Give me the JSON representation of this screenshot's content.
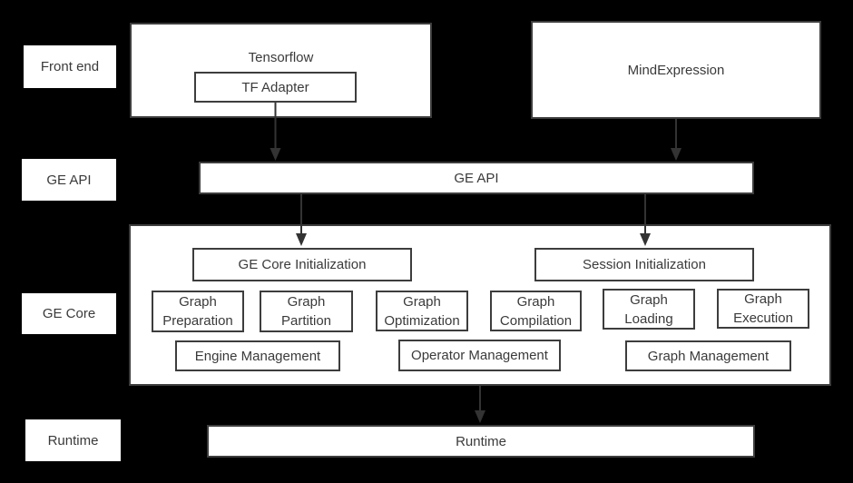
{
  "colors": {
    "background": "#000000",
    "box_fill": "#ffffff",
    "box_border": "#3d3d3d",
    "text": "#3a3a3a",
    "arrow": "#333333"
  },
  "row_labels": {
    "front_end": "Front end",
    "ge_api": "GE API",
    "ge_core": "GE Core",
    "runtime": "Runtime"
  },
  "front_end": {
    "tensorflow": "Tensorflow",
    "tf_adapter": "TF Adapter",
    "mind_expression": "MindExpression"
  },
  "ge_api": {
    "label": "GE API"
  },
  "ge_core": {
    "init": "GE Core Initialization",
    "session_init": "Session Initialization",
    "modules": [
      "Graph Preparation",
      "Graph Partition",
      "Graph Optimization",
      "Graph Compilation",
      "Graph Loading",
      "Graph Execution"
    ],
    "managers": [
      "Engine Management",
      "Operator Management",
      "Graph Management"
    ]
  },
  "runtime": {
    "label": "Runtime"
  }
}
